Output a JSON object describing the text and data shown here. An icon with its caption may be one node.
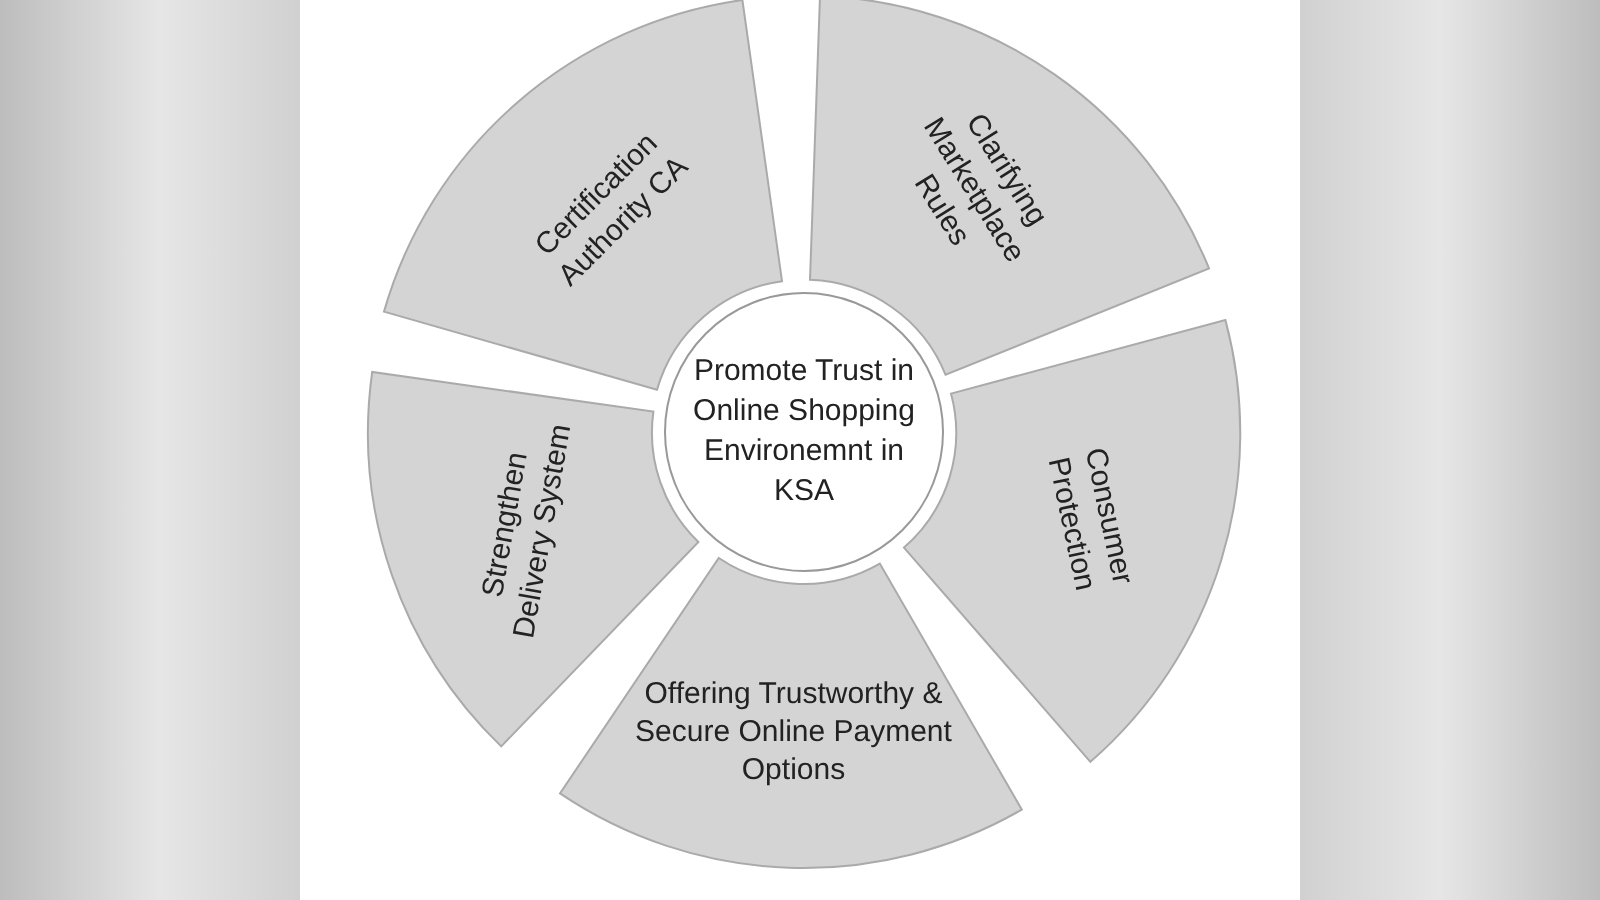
{
  "diagram": {
    "nodes": [
      {
        "text": [
          "Promote Trust in Online Shopping Environemnt in KSA"
        ]
      },
      {
        "text": [
          "Certification Authority CA"
        ]
      },
      {
        "text": [
          "Clarifying Marketplace Rules"
        ]
      },
      {
        "text": [
          "Consumer Protection"
        ]
      },
      {
        "text": [
          "Offering Trustworthy & Secure Online Payment Options"
        ]
      },
      {
        "text": [
          "Strengthen Delivery System"
        ]
      }
    ]
  }
}
